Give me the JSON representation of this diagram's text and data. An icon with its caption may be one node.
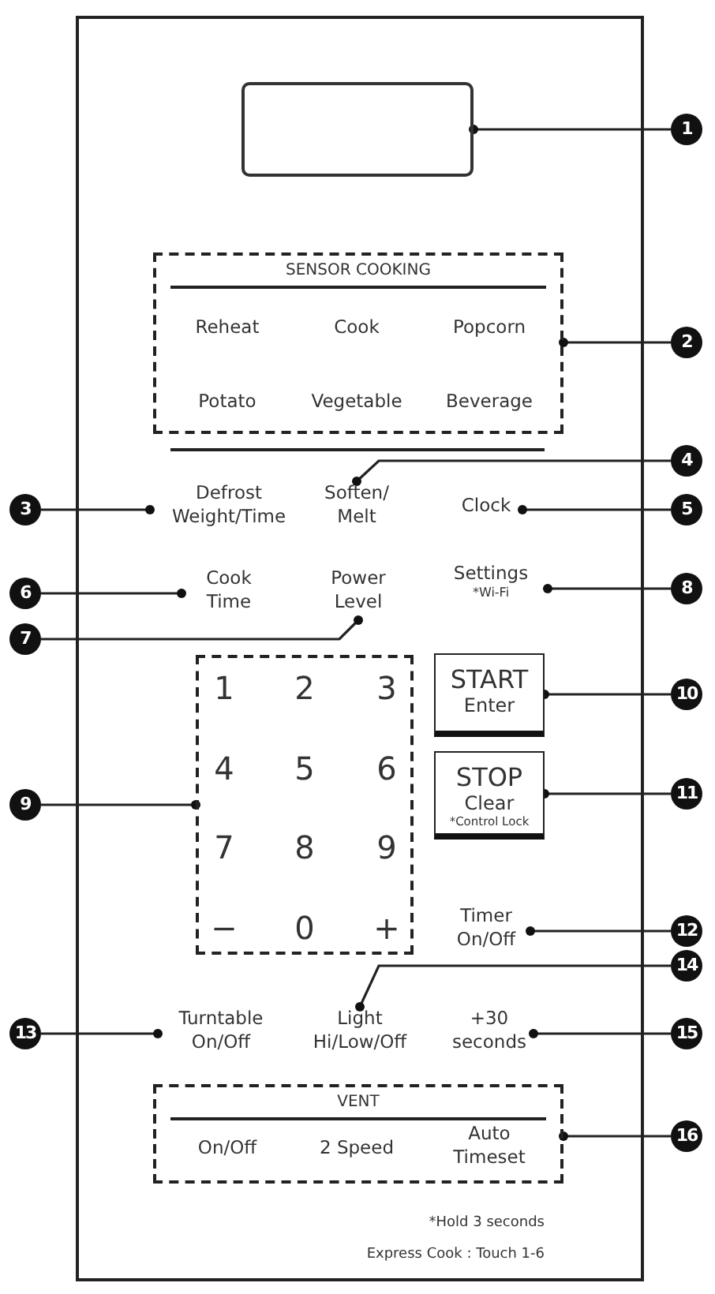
{
  "diagram": {
    "nodes": [
      {
        "text": [],
        "shape": "box"
      },
      {
        "text": [
          "1"
        ]
      },
      {
        "text": [
          "SENSOR COOKING"
        ]
      },
      {
        "text": [
          "Reheat"
        ],
        "in": 2
      },
      {
        "text": [
          "Cook"
        ],
        "in": 2
      },
      {
        "text": [
          "Popcorn"
        ],
        "in": 2
      },
      {
        "text": [
          "Potato"
        ],
        "in": 2
      },
      {
        "text": [
          "Vegetable"
        ],
        "in": 2
      },
      {
        "text": [
          "Beverage"
        ],
        "in": 2
      },
      {
        "text": [
          "2"
        ]
      },
      {
        "text": [
          "4"
        ]
      },
      {
        "text": [
          "3"
        ]
      },
      {
        "text": [
          "Defrost Weight/Time"
        ]
      },
      {
        "text": [
          "Soften/ Melt"
        ]
      },
      {
        "text": [
          "Clock"
        ]
      },
      {
        "text": [
          "5"
        ]
      },
      {
        "text": [
          "6"
        ]
      },
      {
        "text": [
          "Cook Time"
        ]
      },
      {
        "text": [
          "Power Level"
        ]
      },
      {
        "text": [
          "Settings",
          "*Wi-Fi"
        ]
      },
      {
        "text": [
          "8"
        ]
      },
      {
        "text": [
          "7"
        ]
      },
      {
        "text": [],
        "shape": "box"
      },
      {
        "text": [
          "1"
        ],
        "in": 22
      },
      {
        "text": [
          "2"
        ],
        "in": 22
      },
      {
        "text": [
          "3"
        ],
        "in": 22
      },
      {
        "text": [
          "4"
        ],
        "in": 22
      },
      {
        "text": [
          "5"
        ],
        "in": 22
      },
      {
        "text": [
          "6"
        ],
        "in": 22
      },
      {
        "text": [
          "7"
        ],
        "in": 22
      },
      {
        "text": [
          "8"
        ],
        "in": 22
      },
      {
        "text": [
          "9"
        ],
        "in": 22
      },
      {
        "text": [
          "−"
        ],
        "in": 22
      },
      {
        "text": [
          "0"
        ],
        "in": 22
      },
      {
        "text": [
          "+"
        ],
        "in": 22
      },
      {
        "text": [
          "START",
          "Enter"
        ]
      },
      {
        "text": [
          "10"
        ]
      },
      {
        "text": [
          "9"
        ]
      },
      {
        "text": [
          "STOP",
          "Clear",
          "*Control Lock"
        ]
      },
      {
        "text": [
          "11"
        ]
      },
      {
        "text": [
          "Timer On/Off"
        ]
      },
      {
        "text": [
          "12"
        ]
      },
      {
        "text": [
          "14"
        ]
      },
      {
        "text": [
          "13"
        ]
      },
      {
        "text": [
          "Turntable On/Off"
        ]
      },
      {
        "text": [
          "Light Hi/Low/Off"
        ]
      },
      {
        "text": [
          "+30 seconds"
        ]
      },
      {
        "text": [
          "15"
        ]
      },
      {
        "text": [
          "VENT"
        ]
      },
      {
        "text": [
          "On/Off"
        ],
        "in": 48
      },
      {
        "text": [
          "2 Speed"
        ],
        "in": 48
      },
      {
        "text": [
          "Auto Timeset"
        ],
        "in": 48
      },
      {
        "text": [
          "16"
        ]
      }
    ],
    "edges": [
      {
        "from": 1,
        "to": 0,
        "arrow": "other"
      },
      {
        "from": 9,
        "to": 2,
        "arrow": "other"
      },
      {
        "from": 11,
        "to": 12,
        "arrow": "other"
      },
      {
        "from": 10,
        "to": 13,
        "arrow": "other"
      },
      {
        "from": 15,
        "to": 14,
        "arrow": "other"
      },
      {
        "from": 16,
        "to": 17,
        "arrow": "other"
      },
      {
        "from": 21,
        "to": 18,
        "arrow": "other"
      },
      {
        "from": 20,
        "to": 19,
        "arrow": "other"
      },
      {
        "from": 37,
        "to": 22,
        "arrow": "other"
      },
      {
        "from": 36,
        "to": 35,
        "arrow": "other"
      },
      {
        "from": 39,
        "to": 38,
        "arrow": "other"
      },
      {
        "from": 41,
        "to": 40,
        "arrow": "other"
      },
      {
        "from": 43,
        "to": 44,
        "arrow": "other"
      },
      {
        "from": 42,
        "to": 45,
        "arrow": "other"
      },
      {
        "from": 47,
        "to": 46,
        "arrow": "other"
      },
      {
        "from": 52,
        "to": 48,
        "arrow": "other"
      }
    ],
    "labels": [
      "*Hold 3 seconds",
      "Express Cook : Touch 1-6"
    ]
  }
}
